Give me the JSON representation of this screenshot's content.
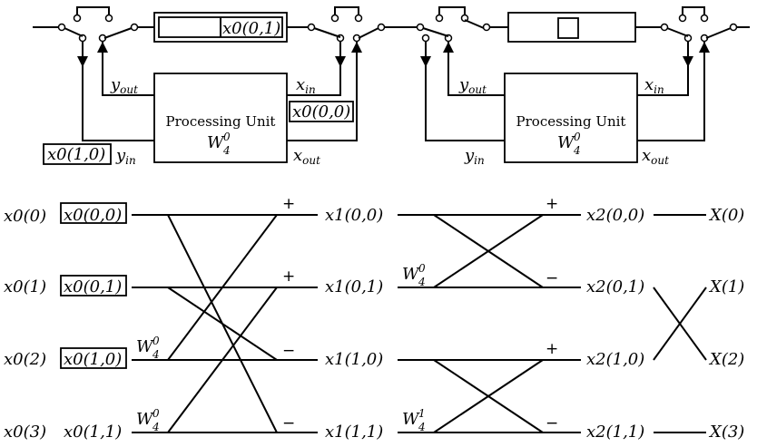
{
  "hardware": {
    "left": {
      "register_value": "x0(0,1)",
      "pu_title": "Processing Unit",
      "pu_twiddle": "W40",
      "y_out": "yout",
      "y_in": "yin",
      "x_in": "xin",
      "x_out": "xout",
      "left_input_value": "x0(1,0)",
      "right_input_value": "x0(0,0)"
    },
    "right": {
      "pu_title": "Processing Unit",
      "pu_twiddle": "W40",
      "y_out": "yout",
      "y_in": "yin",
      "x_in": "xin",
      "x_out": "xout"
    }
  },
  "flowgraph": {
    "inputs": [
      "x0(0)",
      "x0(1)",
      "x0(2)",
      "x0(3)"
    ],
    "reordered": [
      "x0(0,0)",
      "x0(0,1)",
      "x0(1,0)",
      "x0(1,1)"
    ],
    "stage1_outputs": [
      "x1(0,0)",
      "x1(0,1)",
      "x1(1,0)",
      "x1(1,1)"
    ],
    "stage2_outputs": [
      "x2(0,0)",
      "x2(0,1)",
      "x2(1,0)",
      "x2(1,1)"
    ],
    "final_outputs": [
      "X(0)",
      "X(1)",
      "X(2)",
      "X(3)"
    ],
    "stage1_twiddles": [
      "W40",
      "W40"
    ],
    "stage2_twiddles": [
      "W40",
      "W41"
    ],
    "signs": {
      "plus": "+",
      "minus": "−"
    }
  }
}
